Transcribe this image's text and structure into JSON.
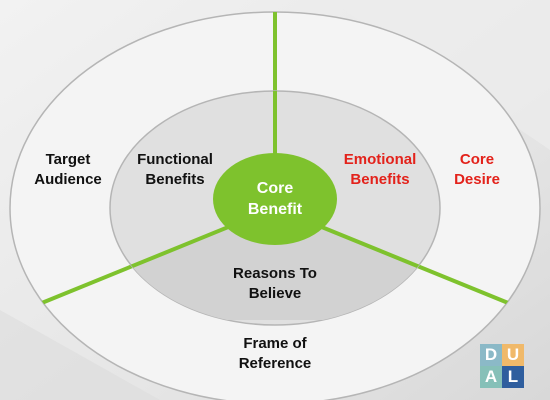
{
  "diagram": {
    "outer_ring": {
      "target_audience": [
        "Target",
        "Audience"
      ],
      "core_desire": [
        "Core",
        "Desire"
      ],
      "frame_of_reference": [
        "Frame of",
        "Reference"
      ]
    },
    "inner_ring": {
      "functional_benefits": [
        "Functional",
        "Benefits"
      ],
      "emotional_benefits": [
        "Emotional",
        "Benefits"
      ],
      "reasons_to_believe": [
        "Reasons To",
        "Believe"
      ]
    },
    "center": {
      "core_benefit": [
        "Core",
        "Benefit"
      ]
    }
  },
  "colors": {
    "accent_green": "#7ec22d",
    "highlight_red": "#e3221b",
    "outer_fill": "#f4f4f4",
    "inner_fill": "#e0e0e0",
    "ring_stroke": "#b5b5b5"
  },
  "logo": {
    "letters": [
      "D",
      "U",
      "A",
      "L"
    ],
    "colors": [
      "#8bb9c7",
      "#f0b96a",
      "#86c0b8",
      "#2f5e9e"
    ]
  }
}
